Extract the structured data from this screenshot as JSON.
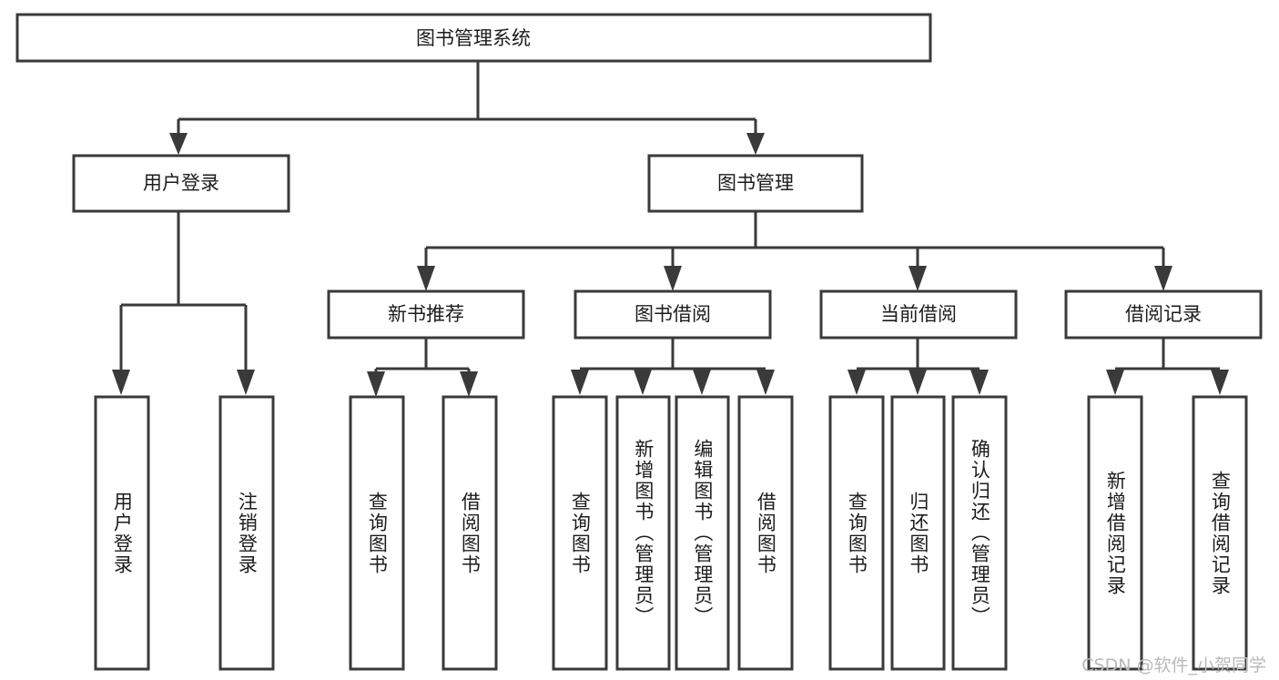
{
  "diagram": {
    "type": "tree-hierarchy",
    "title": "图书管理系统",
    "stroke_color": "#3a3a3a",
    "box_fill": "#ffffff",
    "background": "#ffffff",
    "root": {
      "id": "root",
      "label": "图书管理系统",
      "orientation": "horizontal"
    },
    "level2": [
      {
        "id": "user-login",
        "label": "用户登录",
        "orientation": "horizontal"
      },
      {
        "id": "book-manage",
        "label": "图书管理",
        "orientation": "horizontal"
      }
    ],
    "level3": [
      {
        "id": "new-book-recommend",
        "label": "新书推荐",
        "orientation": "horizontal",
        "parent": "book-manage"
      },
      {
        "id": "book-borrow",
        "label": "图书借阅",
        "orientation": "horizontal",
        "parent": "book-manage"
      },
      {
        "id": "current-borrow",
        "label": "当前借阅",
        "orientation": "horizontal",
        "parent": "book-manage"
      },
      {
        "id": "borrow-record",
        "label": "借阅记录",
        "orientation": "horizontal",
        "parent": "book-manage"
      }
    ],
    "leaves": [
      {
        "id": "leaf-user-login",
        "label": "用户登录",
        "parent": "user-login",
        "orientation": "vertical"
      },
      {
        "id": "leaf-logout",
        "label": "注销登录",
        "parent": "user-login",
        "orientation": "vertical"
      },
      {
        "id": "leaf-query-book-1",
        "label": "查询图书",
        "parent": "new-book-recommend",
        "orientation": "vertical"
      },
      {
        "id": "leaf-borrow-book-1",
        "label": "借阅图书",
        "parent": "new-book-recommend",
        "orientation": "vertical"
      },
      {
        "id": "leaf-query-book-2",
        "label": "查询图书",
        "parent": "book-borrow",
        "orientation": "vertical"
      },
      {
        "id": "leaf-add-book",
        "label": "新增图书（管理员）",
        "parent": "book-borrow",
        "orientation": "vertical"
      },
      {
        "id": "leaf-edit-book",
        "label": "编辑图书（管理员）",
        "parent": "book-borrow",
        "orientation": "vertical"
      },
      {
        "id": "leaf-borrow-book-2",
        "label": "借阅图书",
        "parent": "book-borrow",
        "orientation": "vertical"
      },
      {
        "id": "leaf-query-book-3",
        "label": "查询图书",
        "parent": "current-borrow",
        "orientation": "vertical"
      },
      {
        "id": "leaf-return-book",
        "label": "归还图书",
        "parent": "current-borrow",
        "orientation": "vertical"
      },
      {
        "id": "leaf-confirm-return",
        "label": "确认归还（管理员）",
        "parent": "current-borrow",
        "orientation": "vertical"
      },
      {
        "id": "leaf-add-record",
        "label": "新增借阅记录",
        "parent": "borrow-record",
        "orientation": "vertical"
      },
      {
        "id": "leaf-query-record",
        "label": "查询借阅记录",
        "parent": "borrow-record",
        "orientation": "vertical"
      }
    ]
  },
  "watermark": {
    "text": "CSDN @软件_小贺同学"
  }
}
